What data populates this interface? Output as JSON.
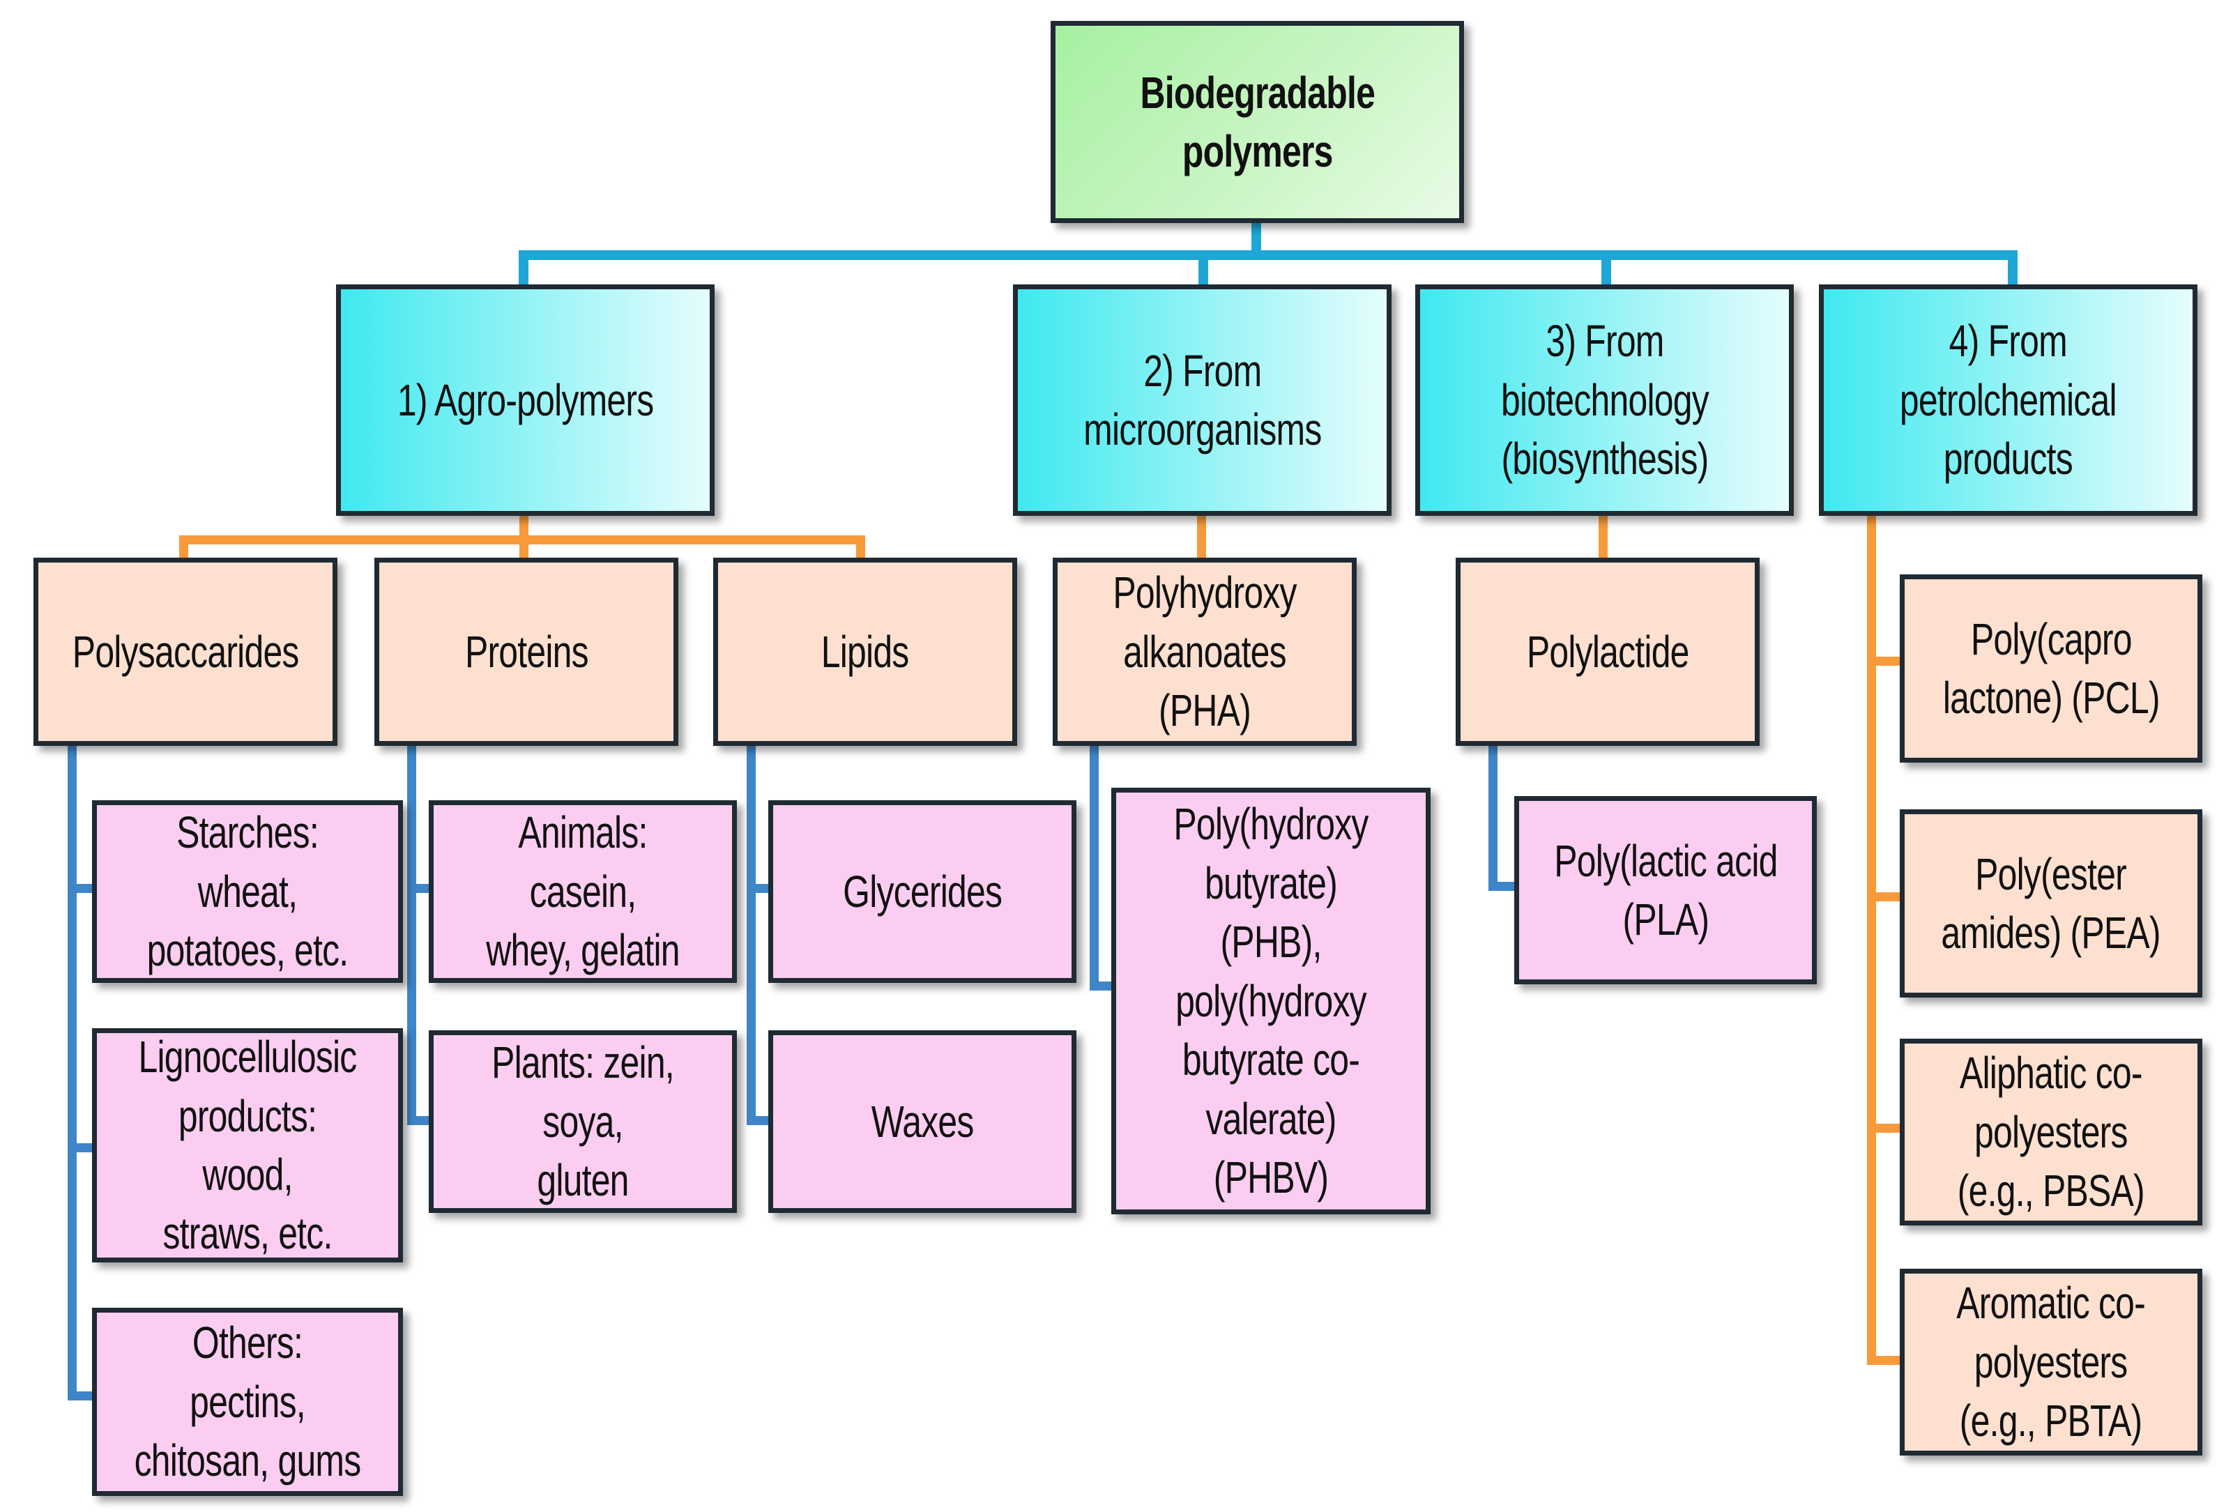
{
  "root": {
    "label": "Biodegradable\npolymers"
  },
  "categories": [
    {
      "label": "1) Agro-polymers"
    },
    {
      "label": "2) From\nmicroorganisms"
    },
    {
      "label": "3) From\nbiotechnology\n(biosynthesis)"
    },
    {
      "label": "4) From\npetrolchemical\nproducts"
    }
  ],
  "agro": {
    "polysaccarides": {
      "label": "Polysaccarides",
      "items": [
        "Starches: wheat,\npotatoes, etc.",
        "Lignocellulosic\nproducts: wood,\nstraws, etc.",
        "Others: pectins,\nchitosan, gums"
      ]
    },
    "proteins": {
      "label": "Proteins",
      "items": [
        "Animals: casein,\nwhey, gelatin",
        "Plants: zein, soya,\ngluten"
      ]
    },
    "lipids": {
      "label": "Lipids",
      "items": [
        "Glycerides",
        "Waxes"
      ]
    }
  },
  "microorganisms": {
    "label": "Polyhydroxy\nalkanoates (PHA)",
    "items": [
      "Poly(hydroxy\nbutyrate) (PHB),\npoly(hydroxy\nbutyrate co-\nvalerate) (PHBV)"
    ]
  },
  "biotechnology": {
    "label": "Polylactide",
    "items": [
      "Poly(lactic acid\n(PLA)"
    ]
  },
  "petrochemical": {
    "items": [
      "Poly(capro\nlactone) (PCL)",
      "Poly(ester\namides) (PEA)",
      "Aliphatic co-\npolyesters\n(e.g., PBSA)",
      "Aromatic co-\npolyesters\n(e.g., PBTA)"
    ]
  },
  "colors": {
    "root_fill": "#c9f5c4",
    "category_fill": "#3fe9ef",
    "subcategory_fill": "#fde0cf",
    "leaf_fill": "#fbcdf0",
    "connector_primary": "#1ea7d6",
    "connector_secondary": "#f79a3a",
    "connector_tertiary": "#3f86c8",
    "border": "#1f2a33"
  }
}
